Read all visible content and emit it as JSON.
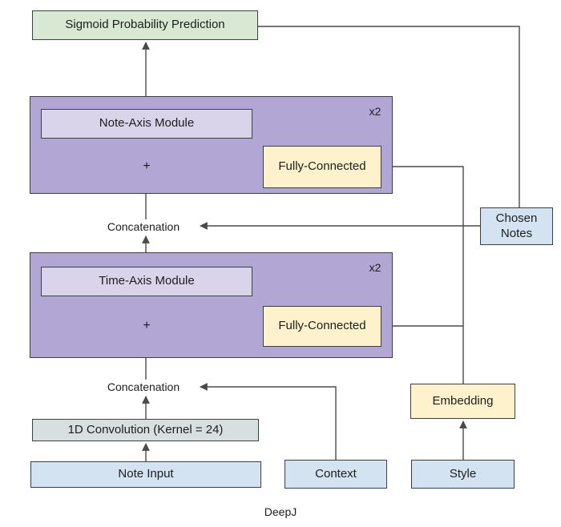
{
  "figure": {
    "caption": "DeepJ",
    "nodes": {
      "sigmoid": "Sigmoid Probability Prediction",
      "note_axis_module": "Note-Axis Module",
      "note_axis_repeat": "x2",
      "note_axis_sum": "+",
      "note_axis_fc": "Fully-Connected",
      "concat_upper": "Concatenation",
      "chosen_notes": "Chosen Notes",
      "time_axis_module": "Time-Axis Module",
      "time_axis_repeat": "x2",
      "time_axis_sum": "+",
      "time_axis_fc": "Fully-Connected",
      "concat_lower": "Concatenation",
      "conv1d": "1D Convolution (Kernel = 24)",
      "note_input": "Note Input",
      "context": "Context",
      "style": "Style",
      "embedding": "Embedding"
    },
    "colors": {
      "module_bg": "#b2a6d4",
      "module_inner_bg": "#dad4ea",
      "fully_connected_bg": "#fdf2cc",
      "io_bg": "#d3e3f2",
      "output_bg": "#d9e8d2",
      "conv_bg": "#d8e0df",
      "border": "#3c4043",
      "connector": "#4a4a4a",
      "background": "#ffffff"
    }
  }
}
